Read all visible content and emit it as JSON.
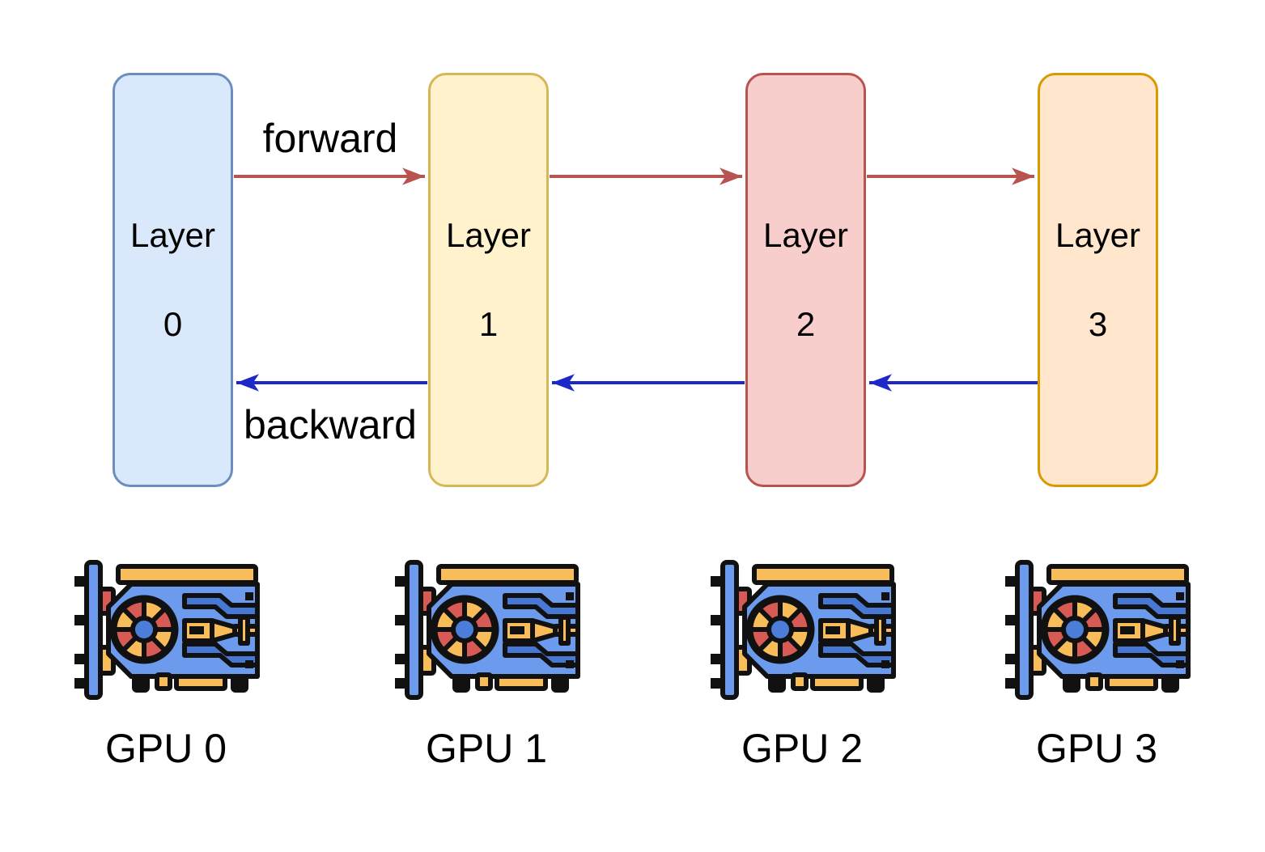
{
  "diagram": {
    "background": "#ffffff",
    "layers": [
      {
        "name": "Layer",
        "number": "0",
        "fill": "#dae8fc",
        "stroke": "#6c8ebf"
      },
      {
        "name": "Layer",
        "number": "1",
        "fill": "#fff2cc",
        "stroke": "#d6b656"
      },
      {
        "name": "Layer",
        "number": "2",
        "fill": "#f8cecc",
        "stroke": "#b85450"
      },
      {
        "name": "Layer",
        "number": "3",
        "fill": "#ffe6cc",
        "stroke": "#d79b00"
      }
    ],
    "arrows": {
      "forward": {
        "label": "forward",
        "color": "#b85450",
        "direction": "left-to-right"
      },
      "backward": {
        "label": "backward",
        "color": "#1e28c8",
        "direction": "right-to-left"
      }
    },
    "gpus": [
      {
        "label": "GPU 0",
        "icon": "gpu-card-icon"
      },
      {
        "label": "GPU 1",
        "icon": "gpu-card-icon"
      },
      {
        "label": "GPU 2",
        "icon": "gpu-card-icon"
      },
      {
        "label": "GPU 3",
        "icon": "gpu-card-icon"
      }
    ],
    "icon_palette": {
      "body_blue": "#6c9bed",
      "trace_blue": "#4678d4",
      "hub_blue": "#4a7ed8",
      "yellow": "#f8bd59",
      "red": "#d85a54",
      "outline": "#111111"
    }
  }
}
